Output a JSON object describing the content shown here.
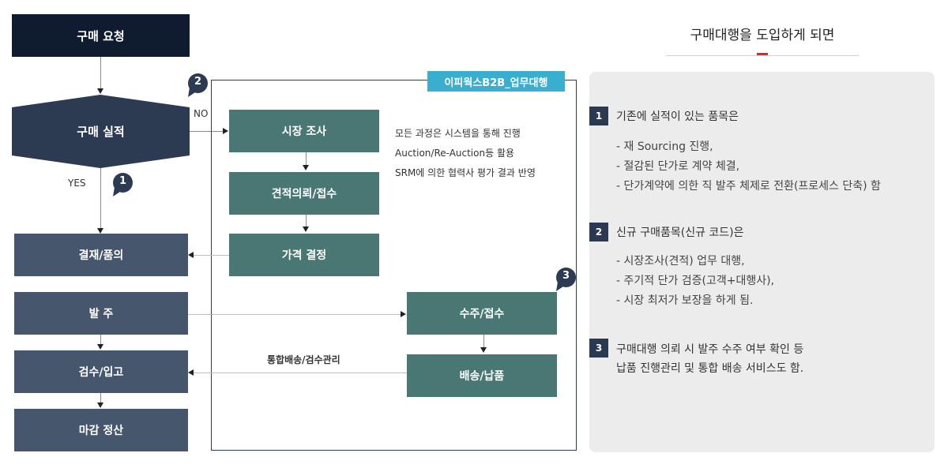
{
  "left_flow": {
    "purchase_request": "구매 요청",
    "purchase_record": "구매 실적",
    "no_label": "NO",
    "yes_label": "YES",
    "approval": "결재/품의",
    "order": "발 주",
    "inspection": "검수/입고",
    "closing": "마감 정산"
  },
  "agency_panel": {
    "tag": "이피웍스B2B_업무대행",
    "market_research": "시장 조사",
    "quotation": "견적의뢰/접수",
    "price_decision": "가격 결정",
    "notes": [
      "모든 과정은 시스템을 통해 진행",
      "Auction/Re-Auction등 활용",
      "SRM에 의한 협력사 평가 결과 반영"
    ],
    "order_receipt": "수주/접수",
    "delivery": "배송/납품",
    "integrated_label": "통합배송/검수관리"
  },
  "badges": [
    "2",
    "1",
    "3"
  ],
  "benefits": {
    "title": "구매대행을 도입하게 되면",
    "items": [
      {
        "num": "1",
        "heading": "기존에 실적이 있는 품목은",
        "lines": [
          "- 재 Sourcing  진행,",
          "- 절감된 단가로 계약 체결,",
          "- 단가계약에 의한 직 발주  체제로 전환(프로세스 단축) 함"
        ]
      },
      {
        "num": "2",
        "heading": "신규 구매품목(신규 코드)은",
        "lines": [
          "- 시장조사(견적) 업무 대행,",
          "- 주기적 단가 검증(고객+대행사),",
          "- 시장 최저가 보장을 하게 됨."
        ]
      },
      {
        "num": "3",
        "heading": "구매대행 의뢰 시 발주 수주  여부 확인 등",
        "lines": [
          "납품 진행관리 및 통합 배송 서비스도 함."
        ]
      }
    ]
  },
  "colors": {
    "navy": "#0f1b2e",
    "slate": "#45566d",
    "teal": "#497774",
    "tag": "#3aaecf",
    "accent": "#d62b2b",
    "panel_bg": "#ececec"
  }
}
